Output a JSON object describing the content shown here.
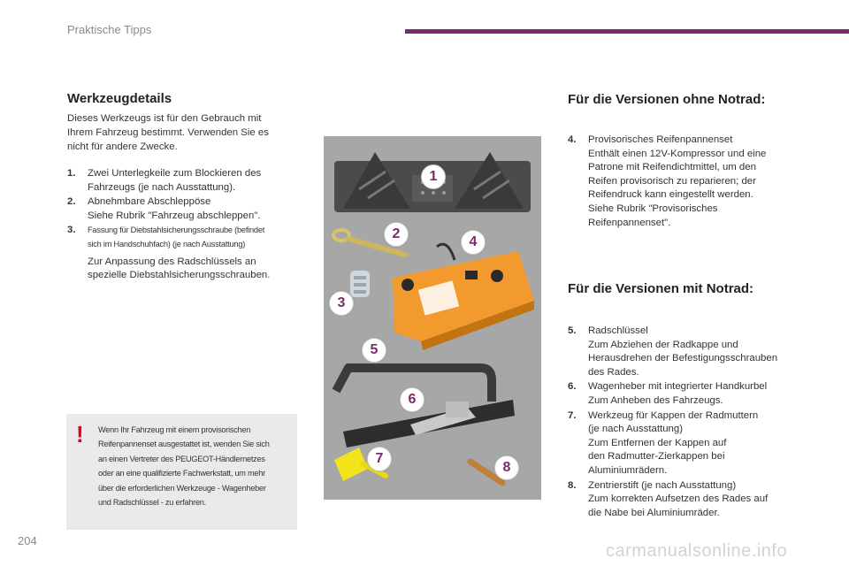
{
  "header": {
    "section": "Praktische Tipps"
  },
  "left": {
    "title": "Werkzeugdetails",
    "intro_lines": [
      "Dieses Werkzeugs ist für den Gebrauch mit",
      "Ihrem Fahrzeug bestimmt. Verwenden Sie es",
      "nicht für andere Zwecke."
    ],
    "items": [
      {
        "num": "1.",
        "lines": [
          "Zwei Unterlegkeile zum Blockieren des",
          "Fahrzeugs (je nach Ausstattung)."
        ]
      },
      {
        "num": "2.",
        "lines": [
          "Abnehmbare Abschleppöse",
          "Siehe Rubrik \"Fahrzeug abschleppen\"."
        ]
      },
      {
        "num": "3.",
        "small_lines": [
          "Fassung für Diebstahlsicherungsschraube (befindet",
          "sich im Handschuhfach) (je nach Ausstattung)"
        ],
        "lines": [
          "Zur Anpassung des Radschlüssels an",
          "spezielle Diebstahlsicherungsschrauben."
        ]
      }
    ]
  },
  "warning": {
    "mark": "!",
    "lines": [
      "Wenn Ihr Fahrzeug mit einem provisorischen",
      "Reifenpannenset ausgestattet ist, wenden Sie sich",
      "an einen Vertreter des PEUGEOT-Händlernetzes",
      "oder an eine qualifizierte Fachwerkstatt, um mehr",
      "über die erforderlichen Werkzeuge - Wagenheber",
      "und Radschlüssel - zu erfahren."
    ]
  },
  "figure": {
    "badges": [
      "1",
      "2",
      "3",
      "4",
      "5",
      "6",
      "7",
      "8"
    ]
  },
  "right": {
    "title_no_spare": "Für die Versionen ohne Notrad:",
    "items_no_spare": [
      {
        "num": "4.",
        "lines": [
          "Provisorisches Reifenpannenset",
          "Enthält einen 12V-Kompressor und eine",
          "Patrone mit Reifendichtmittel, um den",
          "Reifen provisorisch zu reparieren; der",
          "Reifendruck kann eingestellt werden.",
          "Siehe Rubrik \"Provisorisches",
          "Reifenpannenset\"."
        ]
      }
    ],
    "title_spare": "Für die Versionen mit Notrad:",
    "items_spare": [
      {
        "num": "5.",
        "lines": [
          "Radschlüssel",
          "Zum Abziehen der Radkappe und",
          "Herausdrehen der Befestigungsschrauben",
          "des Rades."
        ]
      },
      {
        "num": "6.",
        "lines": [
          "Wagenheber mit integrierter Handkurbel",
          "Zum Anheben des Fahrzeugs."
        ]
      },
      {
        "num": "7.",
        "lines": [
          "Werkzeug für Kappen der Radmuttern",
          "(je nach Ausstattung)",
          "Zum Entfernen der Kappen auf",
          "den Radmutter-Zierkappen bei",
          "Aluminiumrädern."
        ]
      },
      {
        "num": "8.",
        "lines": [
          "Zentrierstift (je nach Ausstattung)",
          "Zum korrekten Aufsetzen des Rades auf",
          "die Nabe bei Aluminiumräder."
        ]
      }
    ]
  },
  "footer": {
    "page": "204",
    "watermark": "carmanualsonline.info"
  }
}
